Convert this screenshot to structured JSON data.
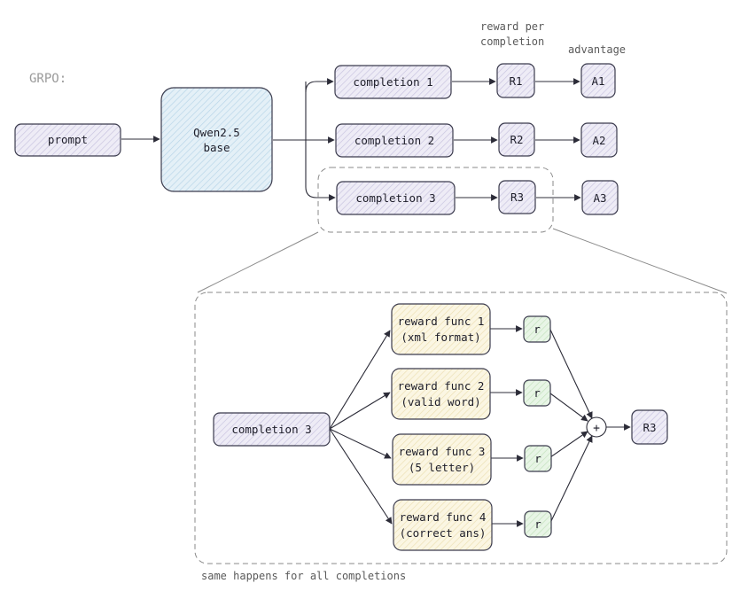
{
  "title": "GRPO:",
  "annotations": {
    "reward_header": [
      "reward per",
      "completion"
    ],
    "advantage_header": "advantage",
    "footer": "same happens for all completions"
  },
  "top": {
    "prompt": "prompt",
    "model": [
      "Qwen2.5",
      "base"
    ],
    "completions": [
      "completion 1",
      "completion 2",
      "completion 3"
    ],
    "rewards": [
      "R1",
      "R2",
      "R3"
    ],
    "advantages": [
      "A1",
      "A2",
      "A3"
    ]
  },
  "detail": {
    "input": "completion 3",
    "reward_funcs": [
      [
        "reward func 1",
        "(xml format)"
      ],
      [
        "reward func 2",
        "(valid word)"
      ],
      [
        "reward func 3",
        "(5 letter)"
      ],
      [
        "reward func 4",
        "(correct ans)"
      ]
    ],
    "r_label": "r",
    "sum_symbol": "+",
    "output": "R3"
  }
}
